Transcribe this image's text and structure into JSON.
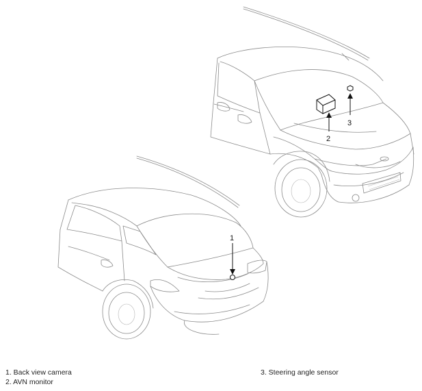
{
  "callouts": [
    {
      "number": "1",
      "label": "Back view camera"
    },
    {
      "number": "2",
      "label": "AVN monitor"
    },
    {
      "number": "3",
      "label": "Steering angle sensor"
    }
  ],
  "legend": {
    "item1": "1. Back view camera",
    "item2": "2. AVN monitor",
    "item3": "3. Steering angle sensor"
  },
  "colors": {
    "outline": "#8a8a8a",
    "callout": "#111111",
    "background": "#ffffff"
  }
}
